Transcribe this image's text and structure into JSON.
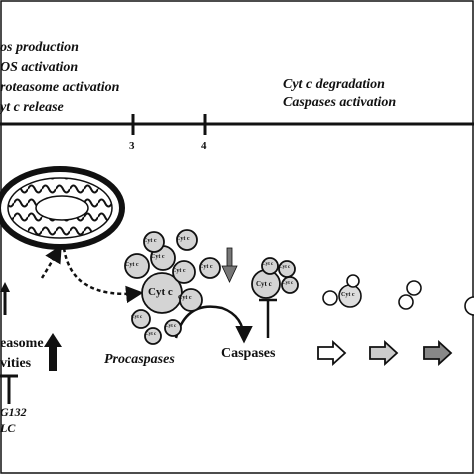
{
  "left_events": [
    "os production",
    "OS activation",
    "roteasome activation",
    "yt c release"
  ],
  "right_events": [
    "Cyt c degradation",
    "Caspases activation"
  ],
  "ticks": [
    "3",
    "4"
  ],
  "cyt_label": "Cyt c",
  "procaspases_label": "Procaspases",
  "caspases_label": "Caspases",
  "proteasome_label_line1": "easome",
  "proteasome_label_line2": "vities",
  "inhibitor_line1": "G132",
  "inhibitor_line2": "LC"
}
